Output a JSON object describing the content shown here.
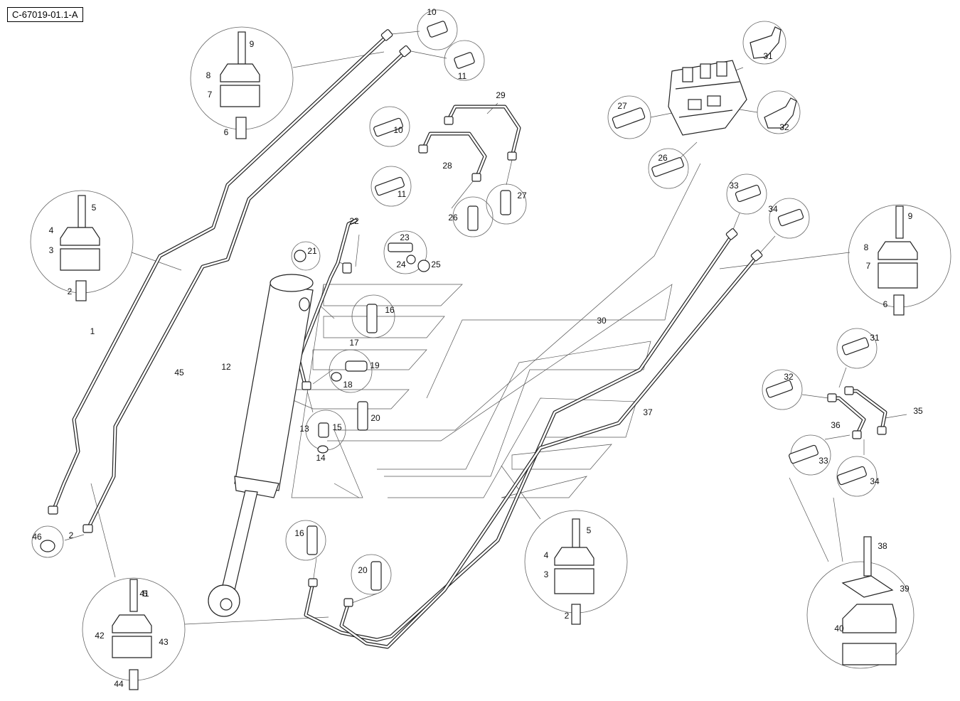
{
  "reference_code": "C-67019-01.1-A",
  "callouts": [
    "1",
    "2",
    "2",
    "2",
    "3",
    "3",
    "4",
    "4",
    "5",
    "5",
    "5",
    "6",
    "6",
    "7",
    "7",
    "8",
    "8",
    "9",
    "9",
    "10",
    "10",
    "11",
    "11",
    "12",
    "13",
    "14",
    "15",
    "16",
    "16",
    "17",
    "18",
    "19",
    "20",
    "20",
    "21",
    "22",
    "23",
    "24",
    "25",
    "26",
    "26",
    "27",
    "27",
    "28",
    "29",
    "30",
    "31",
    "31",
    "32",
    "32",
    "33",
    "33",
    "34",
    "34",
    "35",
    "36",
    "37",
    "38",
    "39",
    "40",
    "41",
    "42",
    "43",
    "44",
    "45",
    "46"
  ]
}
